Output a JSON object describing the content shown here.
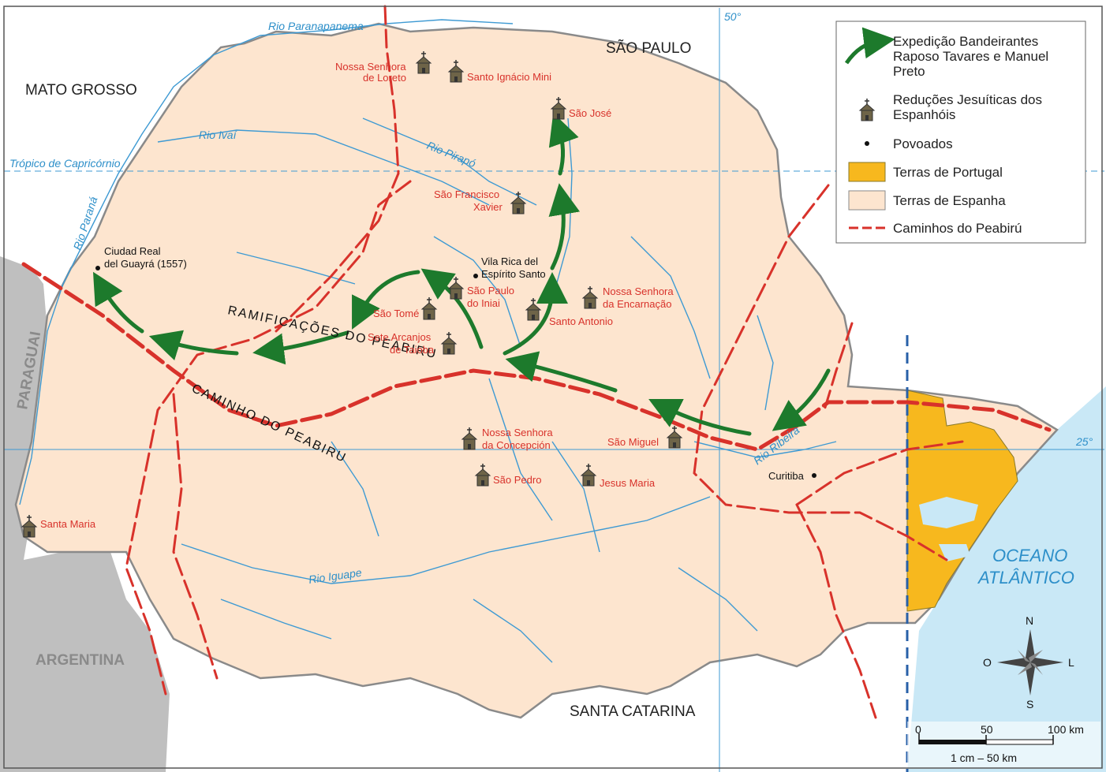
{
  "regions": {
    "north": "SÃO PAULO",
    "northwest": "MATO GROSSO",
    "south": "SANTA CATARINA",
    "southwest": "ARGENTINA",
    "west": "PARAGUAI"
  },
  "lat_lon": {
    "tropic": "Trópico de Capricórnio",
    "lon50": "50°",
    "lat25": "25°"
  },
  "rivers": {
    "paranapanema": "Rio Paranapanema",
    "ivai": "Rio Ivaí",
    "pirapo": "Rio Pirapó",
    "parana": "Rio Paraná",
    "iguape": "Rio Iguape",
    "ribeira": "Rio Ribeira"
  },
  "ocean": {
    "line1": "OCEANO",
    "line2": "ATLÂNTICO"
  },
  "paths": {
    "caminho": "CAMINHO DO PEABIRU",
    "ramificacoes": "RAMIFICAÇÕES DO PEABIRU"
  },
  "reductions": {
    "loreto": [
      "Nossa Senhora",
      "de Loreto"
    ],
    "ignacio": "Santo Ignácio Mini",
    "jose": "São José",
    "xavier": [
      "São Francisco",
      "Xavier"
    ],
    "paulo": [
      "São Paulo",
      "do Iniai"
    ],
    "encarnacao": [
      "Nossa Senhora",
      "da Encarnação"
    ],
    "tome": "São Tomé",
    "antonio": "Santo Antonio",
    "arcanjos": [
      "Sete Arcanjos",
      "de Taioba"
    ],
    "concepcion": [
      "Nossa Senhora",
      "da Concepción"
    ],
    "miguel": "São Miguel",
    "pedro": "São Pedro",
    "jesus": "Jesus Maria",
    "santa_maria": "Santa Maria"
  },
  "towns": {
    "ciudad_real": [
      "Ciudad Real",
      "del Guayrá (1557)"
    ],
    "vila_rica": [
      "Vila Rica del",
      "Espírito Santo"
    ],
    "curitiba": "Curitiba"
  },
  "legend": {
    "expedition": [
      "Expedição Bandeirantes",
      "Raposo Tavares e Manuel",
      "Preto"
    ],
    "reductions": [
      "Reduções Jesuíticas dos",
      "Espanhóis"
    ],
    "villages": "Povoados",
    "portugal": "Terras de Portugal",
    "spain": "Terras de Espanha",
    "peabiru": "Caminhos do Peabirú"
  },
  "compass": {
    "n": "N",
    "s": "S",
    "e": "L",
    "w": "O"
  },
  "scale": {
    "t0": "0",
    "t50": "50",
    "t100": "100 km",
    "ratio": "1 cm – 50 km"
  },
  "colors": {
    "spain": "#fde5cf",
    "portugal": "#f7b81e",
    "ocean": "#c9e8f6",
    "neighbor": "#bfbfbf",
    "path": "#d8322b",
    "arrow": "#1d7a2c",
    "river": "#3e9ad3"
  }
}
